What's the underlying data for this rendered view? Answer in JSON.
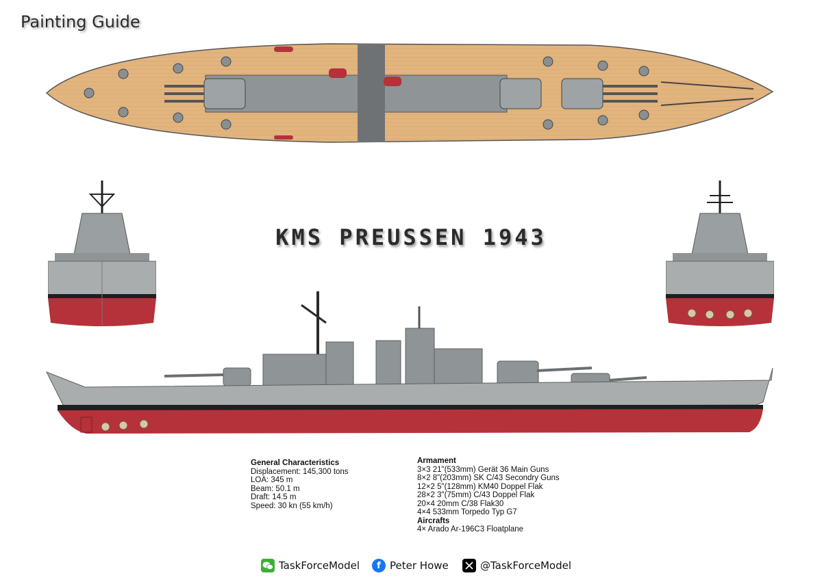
{
  "header": {
    "title": "Painting Guide"
  },
  "ship": {
    "name": "KMS PREUSSEN 1943"
  },
  "general": {
    "heading": "General Characteristics",
    "lines": [
      "Displacement: 145,300 tons",
      "LOA: 345 m",
      "Beam: 50.1 m",
      "Draft: 14.5 m",
      "Speed: 30 kn (55 km/h)"
    ]
  },
  "armament": {
    "heading": "Armament",
    "lines": [
      "3×3 21\"(533mm) Gerät 36 Main Guns",
      "8×2  8\"(203mm) SK C/43 Secondry Guns",
      "12×2 5\"(128mm) KM40 Doppel Flak",
      "28×2 3\"(75mm) C/43 Doppel Flak",
      "20×4 20mm C/38 Flak30",
      "4×4 533mm Torpedo Typ G7"
    ]
  },
  "aircrafts": {
    "heading": "Aircrafts",
    "lines": [
      "4× Arado Ar-196C3 Floatplane"
    ]
  },
  "footer": {
    "wechat": "TaskForceModel",
    "facebook": "Peter Howe",
    "x": "@TaskForceModel"
  },
  "colors": {
    "deck": "#e2b47e",
    "hull_grey": "#a9adae",
    "hull_red": "#b5323a",
    "boot_black": "#1f1f1f",
    "superstructure": "#8f9496"
  },
  "icons": [
    "wechat-icon",
    "facebook-icon",
    "x-logo-icon"
  ]
}
